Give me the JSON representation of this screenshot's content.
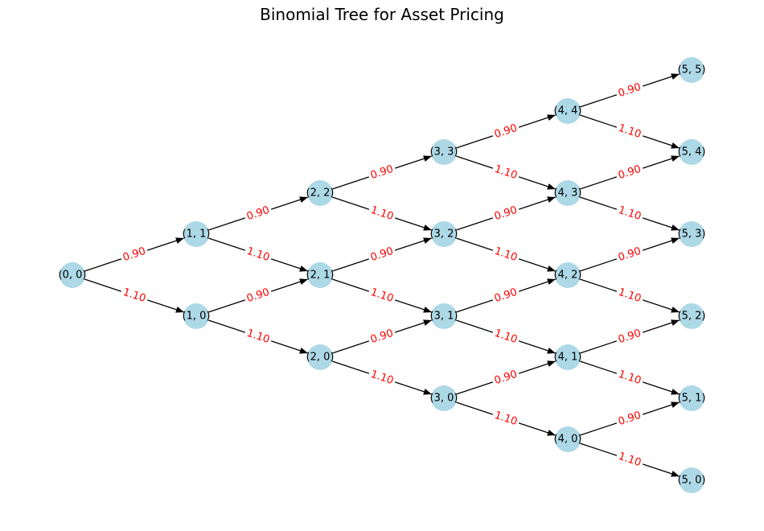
{
  "title": "Binomial Tree for Asset Pricing",
  "colors": {
    "node_fill": "#add8e6",
    "edge": "#000000",
    "edge_label": "#ff0000",
    "background": "#ffffff"
  },
  "tree": {
    "steps": 5,
    "up_label": "0.90",
    "down_label": "1.10"
  },
  "nodes": [
    {
      "id": "0-0",
      "label": "(0, 0)"
    },
    {
      "id": "1-1",
      "label": "(1, 1)"
    },
    {
      "id": "1-0",
      "label": "(1, 0)"
    },
    {
      "id": "2-2",
      "label": "(2, 2)"
    },
    {
      "id": "2-1",
      "label": "(2, 1)"
    },
    {
      "id": "2-0",
      "label": "(2, 0)"
    },
    {
      "id": "3-3",
      "label": "(3, 3)"
    },
    {
      "id": "3-2",
      "label": "(3, 2)"
    },
    {
      "id": "3-1",
      "label": "(3, 1)"
    },
    {
      "id": "3-0",
      "label": "(3, 0)"
    },
    {
      "id": "4-4",
      "label": "(4, 4)"
    },
    {
      "id": "4-3",
      "label": "(4, 3)"
    },
    {
      "id": "4-2",
      "label": "(4, 2)"
    },
    {
      "id": "4-1",
      "label": "(4, 1)"
    },
    {
      "id": "4-0",
      "label": "(4, 0)"
    },
    {
      "id": "5-5",
      "label": "(5, 5)"
    },
    {
      "id": "5-4",
      "label": "(5, 4)"
    },
    {
      "id": "5-3",
      "label": "(5, 3)"
    },
    {
      "id": "5-2",
      "label": "(5, 2)"
    },
    {
      "id": "5-1",
      "label": "(5, 1)"
    },
    {
      "id": "5-0",
      "label": "(5, 0)"
    }
  ],
  "edges": [
    {
      "from": "0-0",
      "to": "1-1",
      "label": "0.90"
    },
    {
      "from": "0-0",
      "to": "1-0",
      "label": "1.10"
    },
    {
      "from": "1-1",
      "to": "2-2",
      "label": "0.90"
    },
    {
      "from": "1-1",
      "to": "2-1",
      "label": "1.10"
    },
    {
      "from": "1-0",
      "to": "2-1",
      "label": "0.90"
    },
    {
      "from": "1-0",
      "to": "2-0",
      "label": "1.10"
    },
    {
      "from": "2-2",
      "to": "3-3",
      "label": "0.90"
    },
    {
      "from": "2-2",
      "to": "3-2",
      "label": "1.10"
    },
    {
      "from": "2-1",
      "to": "3-2",
      "label": "0.90"
    },
    {
      "from": "2-1",
      "to": "3-1",
      "label": "1.10"
    },
    {
      "from": "2-0",
      "to": "3-1",
      "label": "0.90"
    },
    {
      "from": "2-0",
      "to": "3-0",
      "label": "1.10"
    },
    {
      "from": "3-3",
      "to": "4-4",
      "label": "0.90"
    },
    {
      "from": "3-3",
      "to": "4-3",
      "label": "1.10"
    },
    {
      "from": "3-2",
      "to": "4-3",
      "label": "0.90"
    },
    {
      "from": "3-2",
      "to": "4-2",
      "label": "1.10"
    },
    {
      "from": "3-1",
      "to": "4-2",
      "label": "0.90"
    },
    {
      "from": "3-1",
      "to": "4-1",
      "label": "1.10"
    },
    {
      "from": "3-0",
      "to": "4-1",
      "label": "0.90"
    },
    {
      "from": "3-0",
      "to": "4-0",
      "label": "1.10"
    },
    {
      "from": "4-4",
      "to": "5-5",
      "label": "0.90"
    },
    {
      "from": "4-4",
      "to": "5-4",
      "label": "1.10"
    },
    {
      "from": "4-3",
      "to": "5-4",
      "label": "0.90"
    },
    {
      "from": "4-3",
      "to": "5-3",
      "label": "1.10"
    },
    {
      "from": "4-2",
      "to": "5-3",
      "label": "0.90"
    },
    {
      "from": "4-2",
      "to": "5-2",
      "label": "1.10"
    },
    {
      "from": "4-1",
      "to": "5-2",
      "label": "0.90"
    },
    {
      "from": "4-1",
      "to": "5-1",
      "label": "1.10"
    },
    {
      "from": "4-0",
      "to": "5-1",
      "label": "0.90"
    },
    {
      "from": "4-0",
      "to": "5-0",
      "label": "1.10"
    }
  ]
}
